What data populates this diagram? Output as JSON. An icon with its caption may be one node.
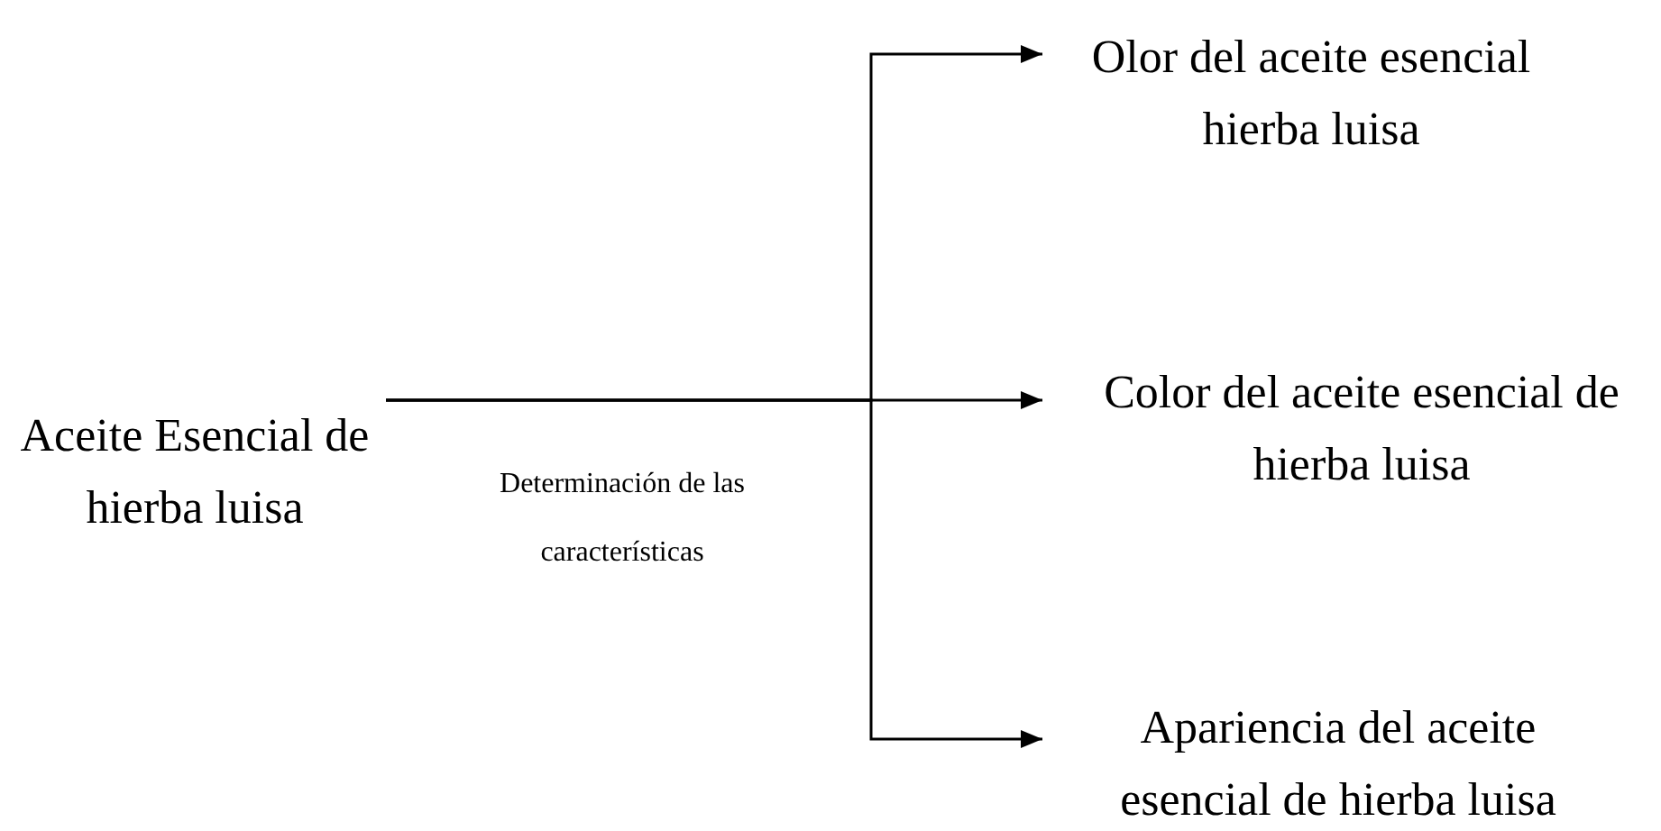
{
  "diagram": {
    "nodes": [
      {
        "text": [
          "Aceite Esencial de hierba luisa"
        ]
      },
      {
        "text": [
          "Olor del aceite esencial hierba luisa"
        ]
      },
      {
        "text": [
          "Color del aceite esencial de hierba luisa"
        ]
      },
      {
        "text": [
          "Apariencia del aceite esencial de hierba luisa"
        ]
      }
    ],
    "edges": [
      {
        "from": 0,
        "to": 1,
        "arrow": "to"
      },
      {
        "from": 0,
        "to": 2,
        "arrow": "to"
      },
      {
        "from": 0,
        "to": 3,
        "arrow": "to"
      }
    ],
    "labels": [
      "Determinación de las características"
    ]
  }
}
